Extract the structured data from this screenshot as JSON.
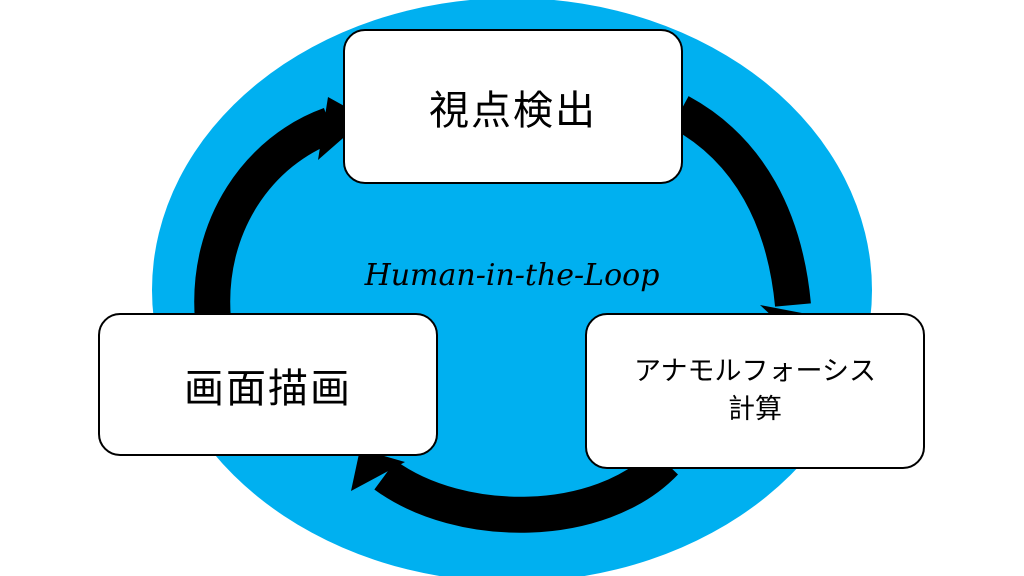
{
  "colors": {
    "ellipse": "#00B0F0",
    "arrow": "#000000",
    "box": "#FFFFFF"
  },
  "center_label": "Human-in-the-Loop",
  "nodes": [
    {
      "label": "視点検出"
    },
    {
      "line1": "アナモルフォーシス",
      "line2": "計算"
    },
    {
      "label": "画面描画"
    }
  ]
}
